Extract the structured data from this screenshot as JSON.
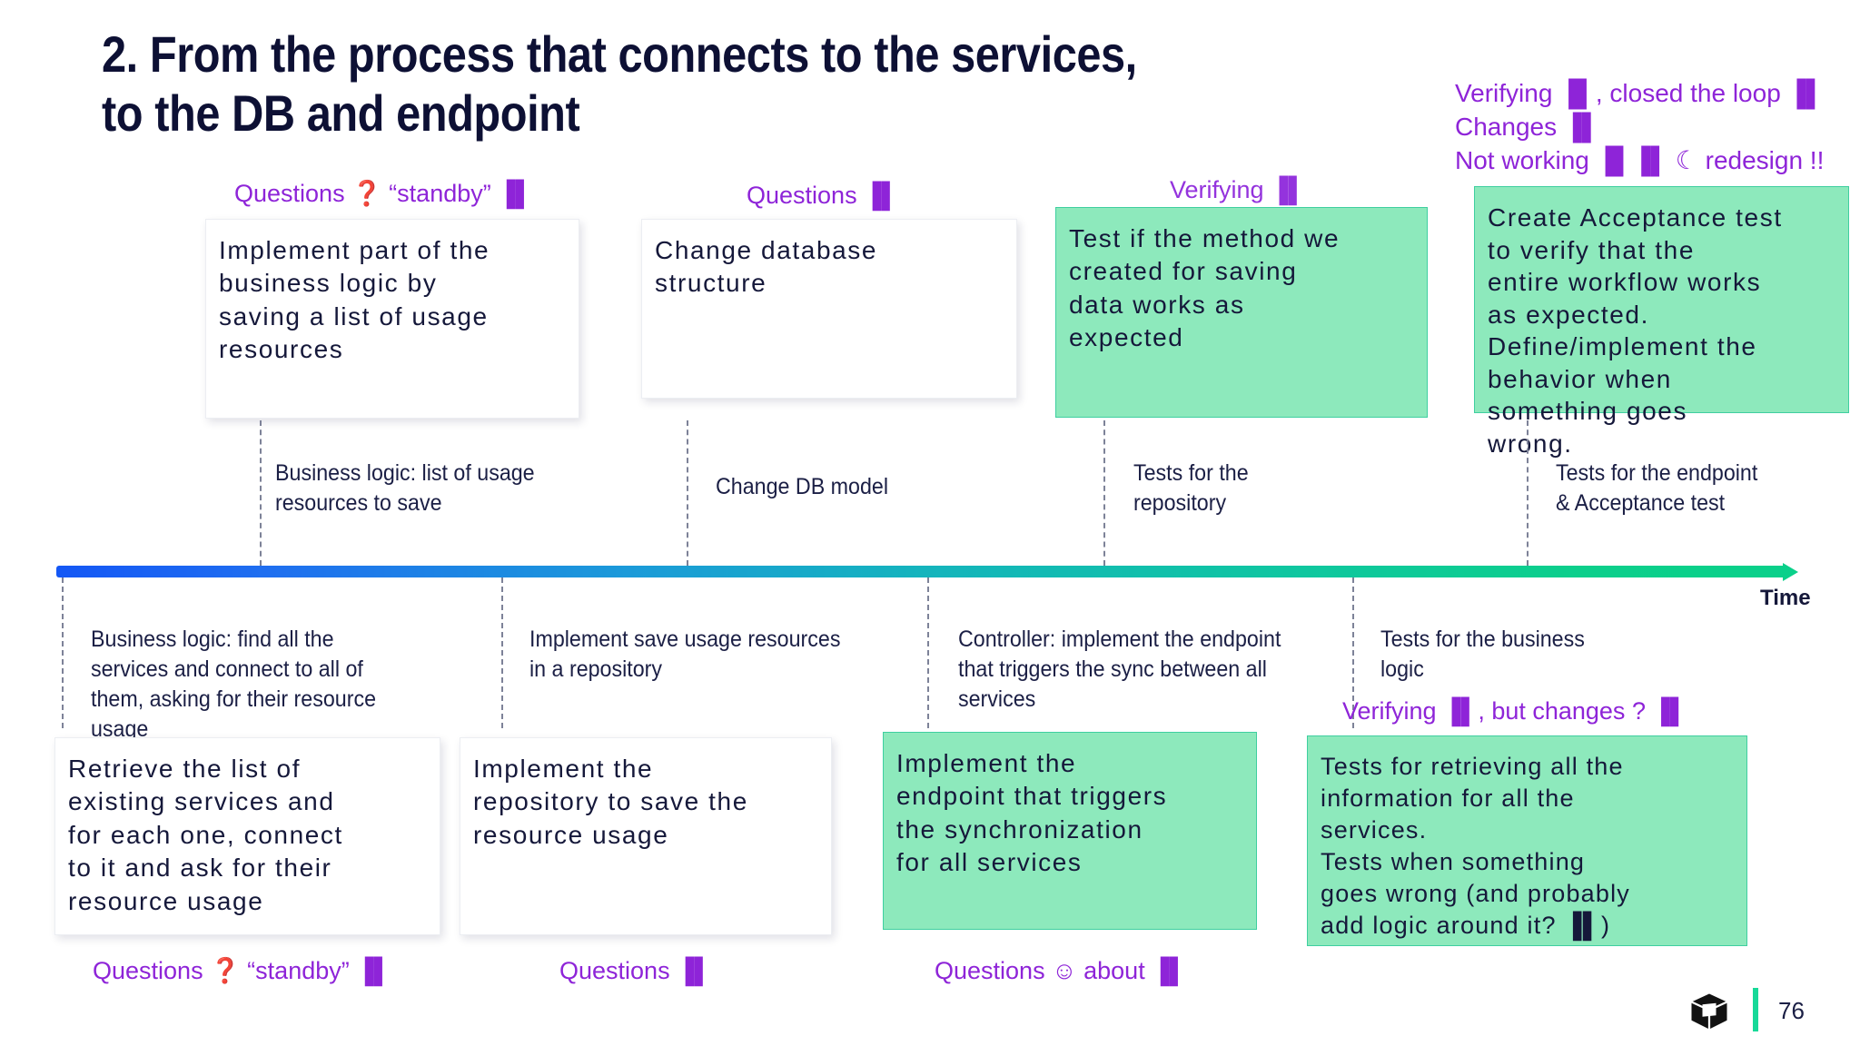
{
  "slide": {
    "title": "2. From the process that connects to the services,\nto the DB and endpoint",
    "page_number": "76",
    "time_axis_label": "Time",
    "logo_name": "cube-logo",
    "colors": {
      "title_navy": "#0d1034",
      "annotation_purple": "#8e24d8",
      "card_green": "#8DE9BC",
      "card_green_border": "#3fcfa0",
      "axis_gradient_start": "#1457f5",
      "axis_gradient_end": "#0ad08a",
      "footer_accent": "#17d998"
    }
  },
  "annotations": {
    "top_right_block": "Verifying ▐▌, closed the loop ▐▌\nChanges ▐▌\nNot working ▐▌▐▌  ☾  redesign !!",
    "above_box_1": "Questions ❓ “standby” ▐▌",
    "above_box_2": "Questions ▐▌",
    "above_box_3": "Verifying ▐▌",
    "below_box_4": "Verifying ▐▌, but changes ? ▐▌",
    "bottom_1": "Questions ❓ “standby” ▐▌",
    "bottom_2": "Questions ▐▌",
    "bottom_3": "Questions ☺ about ▐▌"
  },
  "cards_above": [
    {
      "id": "card-implement-business-logic",
      "style": "white",
      "text": "Implement part of the\nbusiness logic by\nsaving a list of usage\nresources"
    },
    {
      "id": "card-change-database-structure",
      "style": "white",
      "text": "Change database\nstructure"
    },
    {
      "id": "card-test-saving-method",
      "style": "green",
      "text": "Test if the method we\ncreated for saving\ndata works as\nexpected"
    },
    {
      "id": "card-create-acceptance-test",
      "style": "green",
      "text": "Create Acceptance test\nto verify that the\nentire workflow works\nas expected.\nDefine/implement the\nbehavior when\nsomething goes\nwrong."
    }
  ],
  "cards_below": [
    {
      "id": "card-retrieve-services-list",
      "style": "white",
      "text": "Retrieve the list of\nexisting services and\nfor each one, connect\nto it and ask for their\nresource usage"
    },
    {
      "id": "card-implement-repository",
      "style": "white",
      "text": "Implement the\nrepository to save the\nresource usage"
    },
    {
      "id": "card-implement-endpoint",
      "style": "green",
      "text": "Implement the\nendpoint that triggers\nthe synchronization\nfor all services"
    },
    {
      "id": "card-tests-retrieving-info",
      "style": "green",
      "text": "Tests for retrieving all the\ninformation for all the\nservices.\nTests when something\ngoes wrong (and probably\nadd logic around it? ▐▌)"
    }
  ],
  "captions_above": [
    {
      "id": "caption-business-logic-list",
      "text": "Business logic: list of usage\nresources to save"
    },
    {
      "id": "caption-change-db-model",
      "text": "Change DB model"
    },
    {
      "id": "caption-tests-repository",
      "text": "Tests for the\nrepository"
    },
    {
      "id": "caption-tests-endpoint-acceptance",
      "text": "Tests for the endpoint\n& Acceptance test"
    }
  ],
  "captions_below": [
    {
      "id": "caption-business-logic-find-services",
      "text": "Business logic: find all the\nservices and connect to all of\nthem, asking for their resource\nusage"
    },
    {
      "id": "caption-implement-save-usage",
      "text": "Implement save usage resources\nin a repository"
    },
    {
      "id": "caption-controller-endpoint",
      "text": "Controller: implement the endpoint\nthat triggers the sync between all\nservices"
    },
    {
      "id": "caption-tests-business-logic",
      "text": "Tests for the business\nlogic"
    }
  ]
}
